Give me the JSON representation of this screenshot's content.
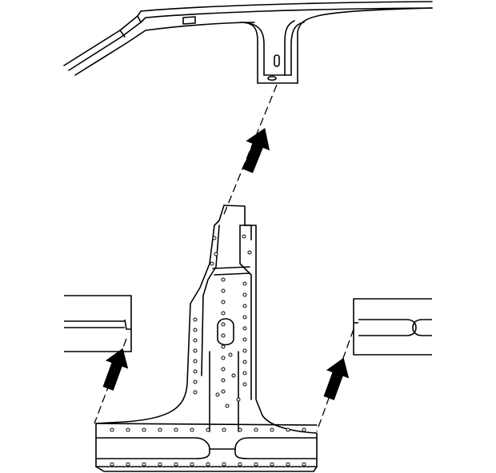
{
  "diagram": {
    "kind": "exploded-assembly",
    "background_color": "#ffffff",
    "line_color": "#000000",
    "arrow_color": "#000000",
    "parts": [
      {
        "name": "roof-rail-with-upper-pillar"
      },
      {
        "name": "lower-center-pillar-with-rocker"
      },
      {
        "name": "front-rocker-section"
      },
      {
        "name": "rear-rocker-section"
      }
    ],
    "arrows": [
      {
        "name": "upper-pillar-arrow",
        "direction": "up"
      },
      {
        "name": "front-rocker-arrow",
        "direction": "up"
      },
      {
        "name": "rear-rocker-arrow",
        "direction": "up"
      }
    ]
  }
}
